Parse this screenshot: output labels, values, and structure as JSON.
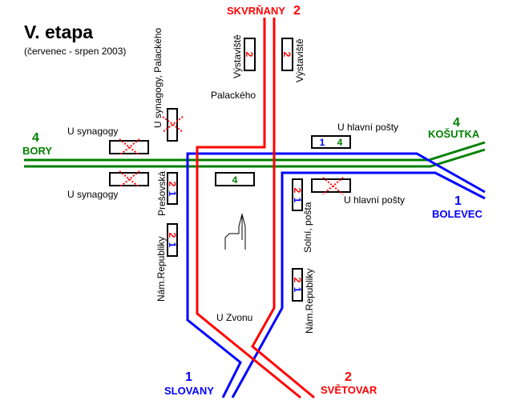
{
  "title": "V. etapa",
  "subtitle": "(červenec - srpen 2003)",
  "colors": {
    "line1": "#0000ff",
    "line2": "#ff0000",
    "line4": "#008000",
    "cancelled": "#ff0000"
  },
  "termini": {
    "skvrnany": {
      "name": "SKVRŇANY",
      "line": "2"
    },
    "bory": {
      "name": "BORY",
      "line": "4"
    },
    "kosutka": {
      "name": "KOŠUTKA",
      "line": "4"
    },
    "bolevec": {
      "name": "BOLEVEC",
      "line": "1"
    },
    "slovany": {
      "name": "SLOVANY",
      "line": "1"
    },
    "svetovar": {
      "name": "SVĚTOVAR",
      "line": "2"
    }
  },
  "stops": {
    "vystaviste_left": {
      "name": "Výstaviště",
      "lines": [
        "2"
      ]
    },
    "vystaviste_right": {
      "name": "Výstaviště",
      "lines": [
        "2"
      ]
    },
    "palackeho": {
      "name": "Palackého"
    },
    "u_synagogy_palackeho": {
      "name": "U synagogy, Palackého",
      "cancelled": true
    },
    "u_synagogy_top": {
      "name": "U synagogy",
      "cancelled": true
    },
    "u_synagogy_bottom": {
      "name": "U synagogy",
      "cancelled": true
    },
    "presovska": {
      "name": "Prešovská",
      "lines": [
        "1",
        "2"
      ]
    },
    "nam_republiky_left": {
      "name": "Nám.Republiky",
      "lines": [
        "1",
        "2"
      ]
    },
    "center": {
      "lines": [
        "4"
      ]
    },
    "u_hlavni_posty_top": {
      "name": "U hlavní pošty",
      "lines": [
        "1",
        "4"
      ]
    },
    "u_hlavni_posty_bottom": {
      "name": "U hlavní pošty",
      "cancelled": true
    },
    "solni_posta": {
      "name": "Solní, pošta",
      "lines": [
        "1",
        "2"
      ]
    },
    "nam_republiky_right": {
      "name": "Nám.Republiky",
      "lines": [
        "1",
        "2"
      ]
    },
    "u_zvonu": {
      "name": "U Zvonu"
    }
  }
}
